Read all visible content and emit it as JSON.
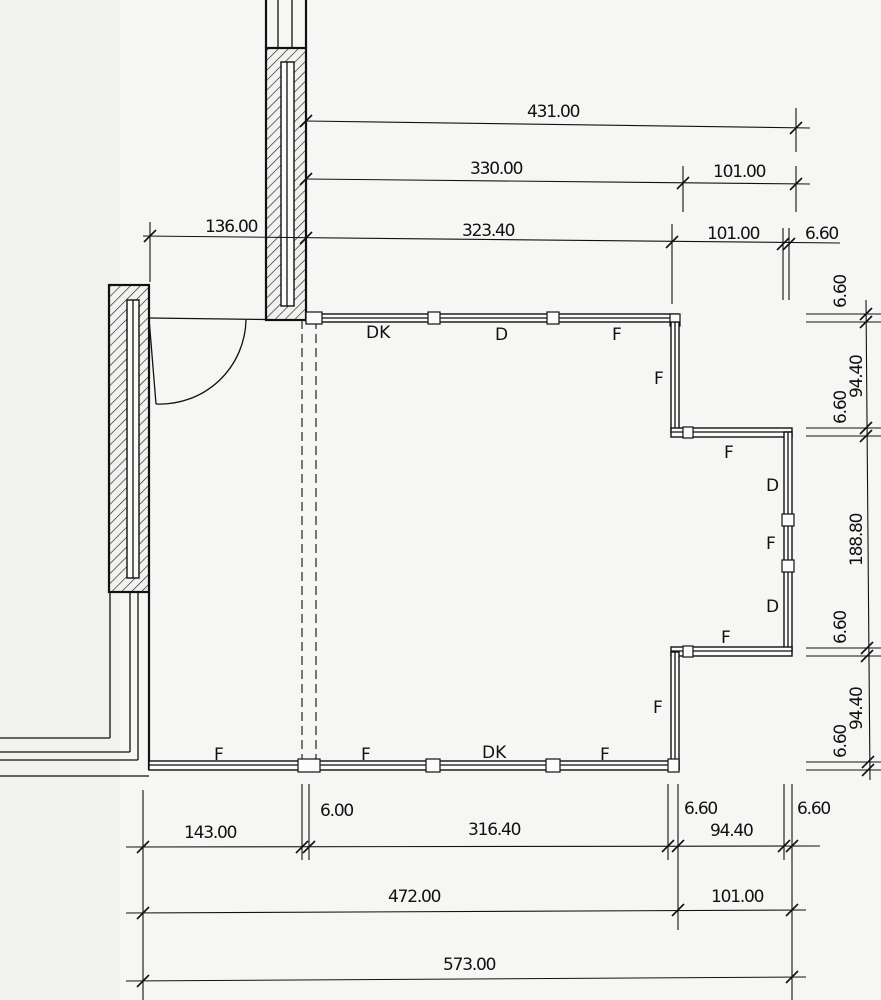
{
  "plan": {
    "dimensions_top": {
      "overall": "431.00",
      "segment_a": "330.00",
      "segment_b": "101.00",
      "left_offset": "136.00",
      "inner_a": "323.40",
      "inner_b": "101.00",
      "inner_c": "6.60"
    },
    "dimensions_right": {
      "d1": "6.60",
      "d2": "94.40",
      "d3": "6.60",
      "d4": "188.80",
      "d5": "6.60",
      "d6": "94.40",
      "d7": "6.60"
    },
    "dimensions_bottom": {
      "b1": "143.00",
      "b2": "6.00",
      "b3": "316.40",
      "b4": "6.60",
      "b5": "94.40",
      "b6": "6.60",
      "total_a": "472.00",
      "total_b": "101.00",
      "total": "573.00"
    },
    "panels": {
      "top_1": "DK",
      "top_2": "D",
      "top_3": "F",
      "right_upper": "F",
      "bay_top": "F",
      "bay_1": "D",
      "bay_2": "F",
      "bay_3": "D",
      "bay_bottom": "F",
      "right_lower": "F",
      "bottom_1": "F",
      "bottom_2": "F",
      "bottom_3": "DK",
      "bottom_4": "F"
    }
  }
}
